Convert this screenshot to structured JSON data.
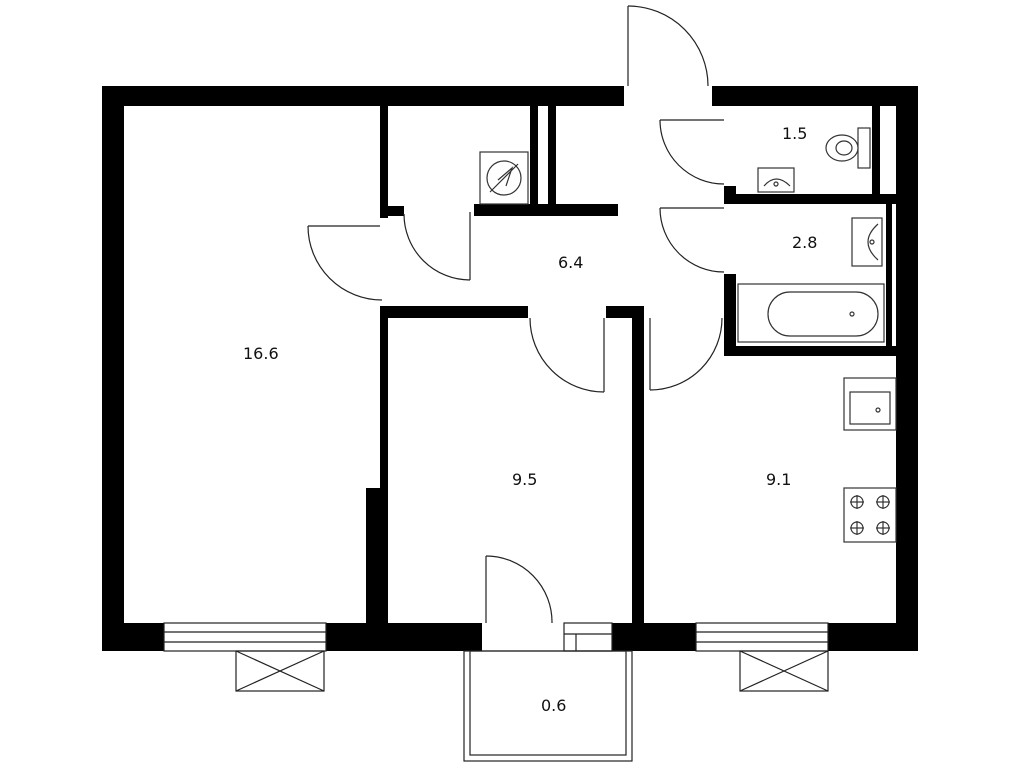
{
  "plan": {
    "rooms": [
      {
        "id": "room-living",
        "area": "16.6"
      },
      {
        "id": "room-hall",
        "area": "6.4"
      },
      {
        "id": "room-wc",
        "area": "1.5"
      },
      {
        "id": "room-bath",
        "area": "2.8"
      },
      {
        "id": "room-bedroom",
        "area": "9.5"
      },
      {
        "id": "room-kitchen",
        "area": "9.1"
      },
      {
        "id": "room-balcony",
        "area": "0.6"
      }
    ]
  }
}
